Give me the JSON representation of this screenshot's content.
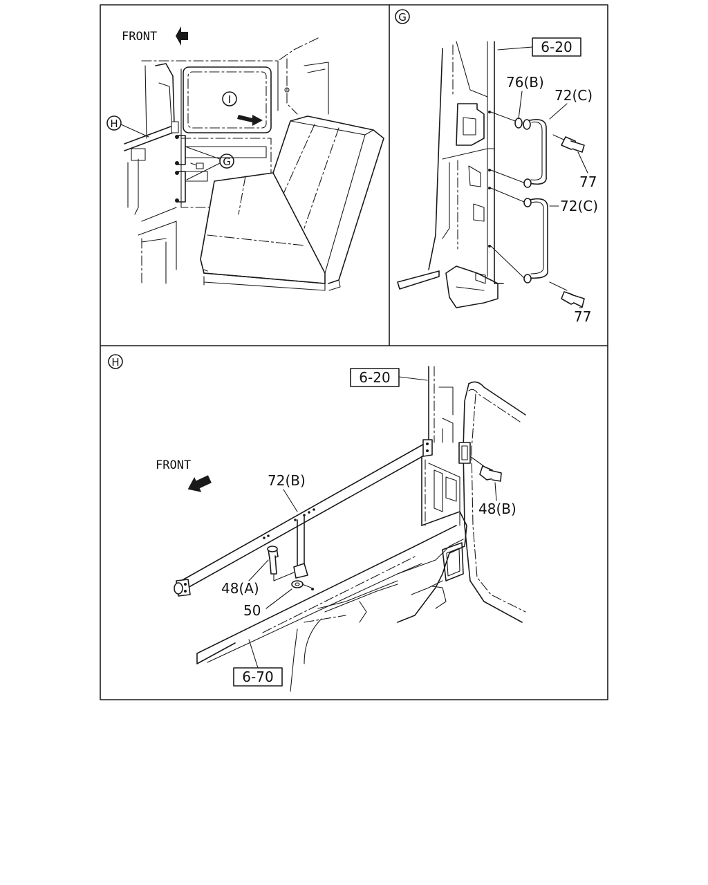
{
  "panels": {
    "top_left": {
      "front_label": "FRONT",
      "callouts": {
        "h": "H",
        "g": "G",
        "i": "I"
      }
    },
    "top_right": {
      "panel_marker": "G",
      "ref_box": "6-20",
      "labels": {
        "part_76b": "76(B)",
        "part_72c_upper": "72(C)",
        "part_72c_lower": "72(C)",
        "part_77_upper": "77",
        "part_77_lower": "77"
      }
    },
    "bottom": {
      "panel_marker": "H",
      "front_label": "FRONT",
      "ref_box_top": "6-20",
      "ref_box_bottom": "6-70",
      "labels": {
        "part_72b": "72(B)",
        "part_48a": "48(A)",
        "part_48b": "48(B)",
        "part_50": "50"
      }
    }
  }
}
